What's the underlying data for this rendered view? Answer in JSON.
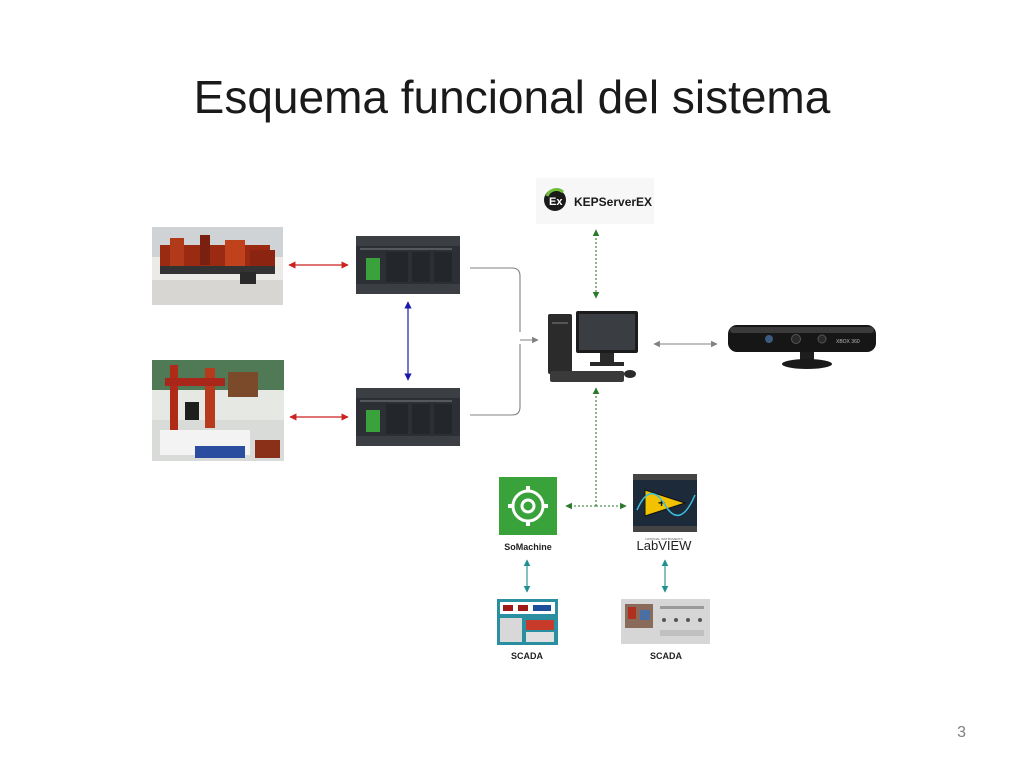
{
  "slide": {
    "title": "Esquema funcional del sistema",
    "page_number": "3"
  },
  "diagram": {
    "kepserver_logo_text": "KEPServerEX",
    "kepserver_badge": "Ex",
    "somachine_label": "SoMachine",
    "labview_label": "LabVIEW",
    "labview_small_text": "NATIONAL INSTRUMENTS",
    "scada_left_label": "SCADA",
    "scada_right_label": "SCADA",
    "kinect_label": "XBOX 360"
  },
  "colors": {
    "red_link": "#cc2222",
    "blue_link": "#1a1aa8",
    "green_link": "#2a7a2a",
    "teal_link": "#1f8f8f",
    "gray_link": "#808080",
    "plc_body": "#2c2f33",
    "somachine_green": "#3aa23a"
  }
}
